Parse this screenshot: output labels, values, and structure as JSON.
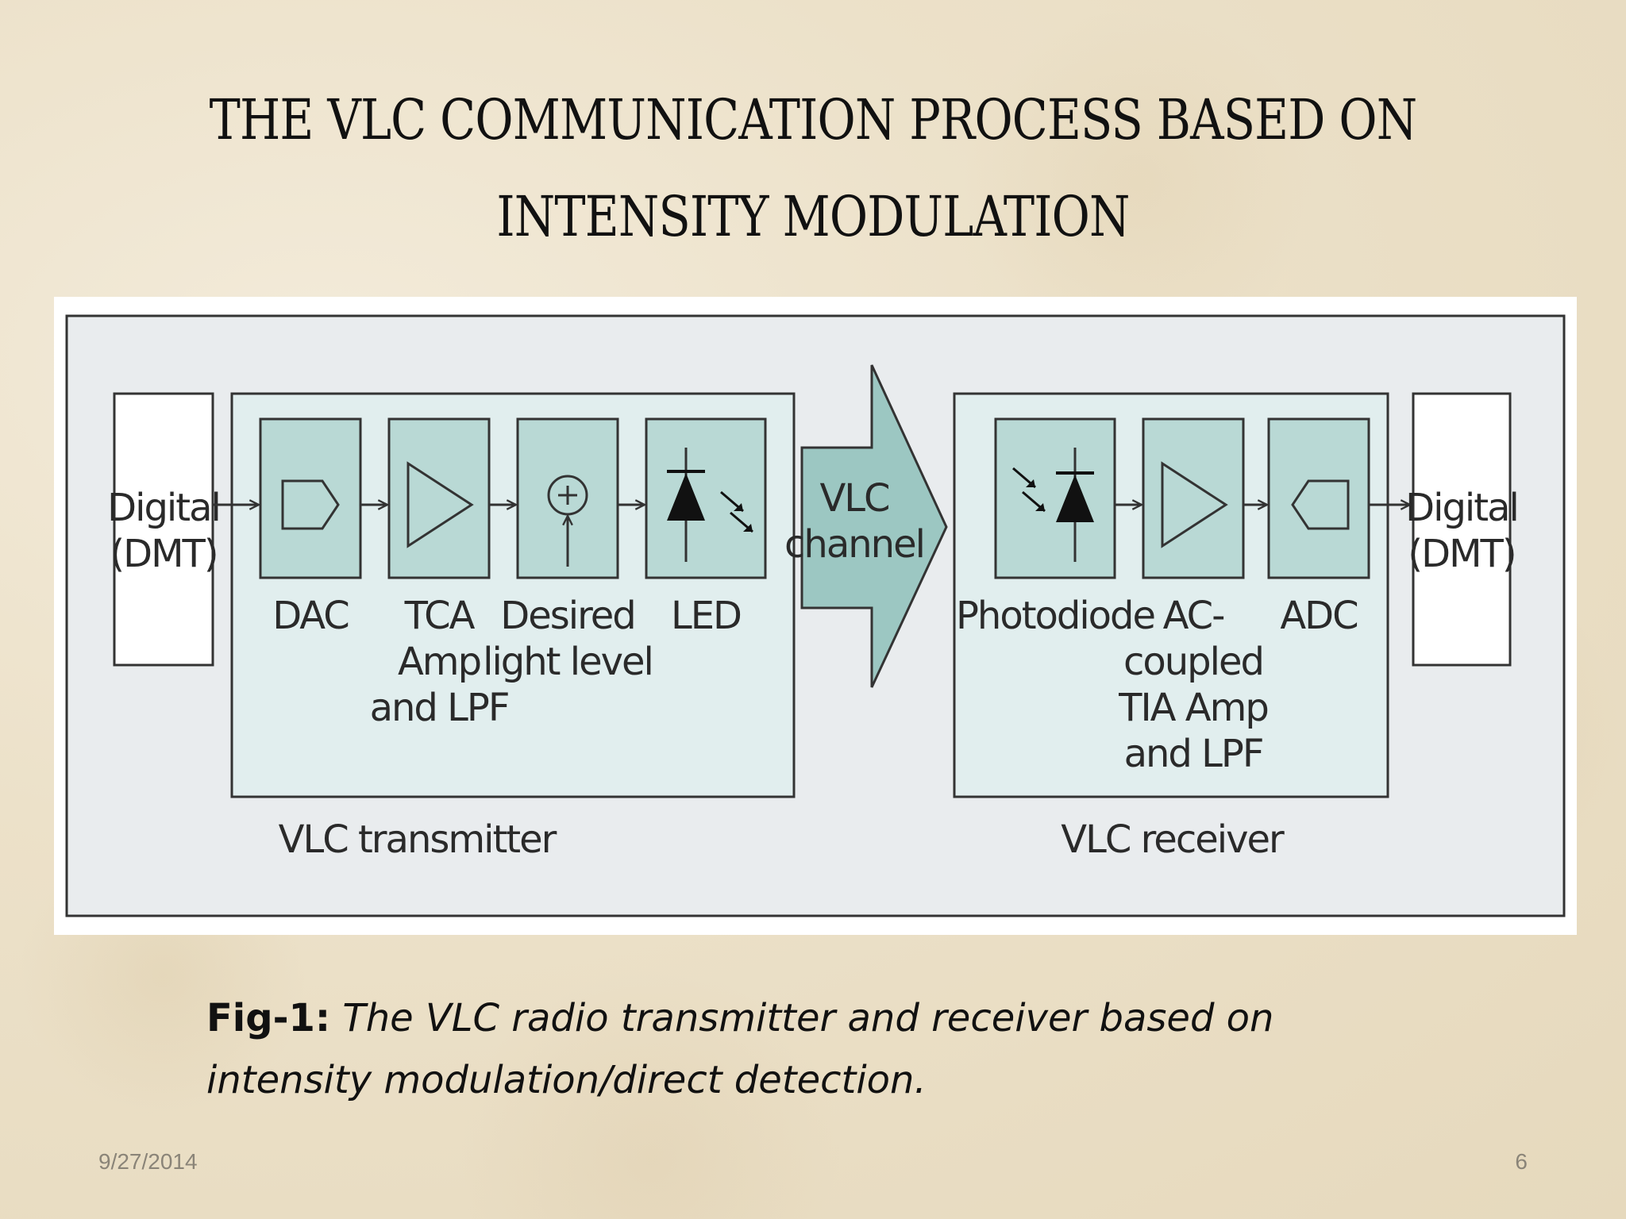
{
  "slide": {
    "title_lines": [
      "THE VLC COMMUNICATION PROCESS BASED ON",
      "INTENSITY MODULATION"
    ],
    "caption_label": "Fig-1:",
    "caption_text": " The VLC radio transmitter and receiver based on intensity modulation/direct detection.",
    "footer_date": "9/27/2014",
    "footer_page": "6"
  },
  "diagram": {
    "input_label": [
      "Digital",
      "(DMT)"
    ],
    "output_label": [
      "Digital",
      "(DMT)"
    ],
    "transmitter": {
      "group_label": "VLC transmitter",
      "blocks": [
        {
          "label": [
            "DAC"
          ],
          "icon": "dac-icon"
        },
        {
          "label": [
            "TCA",
            "Amp",
            "and LPF"
          ],
          "icon": "amplifier-icon"
        },
        {
          "label": [
            "Desired",
            "light level"
          ],
          "icon": "summing-junction-icon"
        },
        {
          "label": [
            "LED"
          ],
          "icon": "led-icon"
        }
      ]
    },
    "channel_label": [
      "VLC",
      "channel"
    ],
    "receiver": {
      "group_label": "VLC receiver",
      "blocks": [
        {
          "label": [
            "Photodiode"
          ],
          "icon": "photodiode-icon"
        },
        {
          "label": [
            "AC-",
            "coupled",
            "TIA Amp",
            "and LPF"
          ],
          "icon": "amplifier-icon"
        },
        {
          "label": [
            "ADC"
          ],
          "icon": "adc-icon"
        }
      ]
    },
    "colors": {
      "panel_bg": "#e9ecee",
      "group_bg": "#e1eeee",
      "block_fill": "#b9d9d5",
      "block_stroke": "#2f2f2f",
      "arrow_fill": "#9cc7c2"
    }
  }
}
